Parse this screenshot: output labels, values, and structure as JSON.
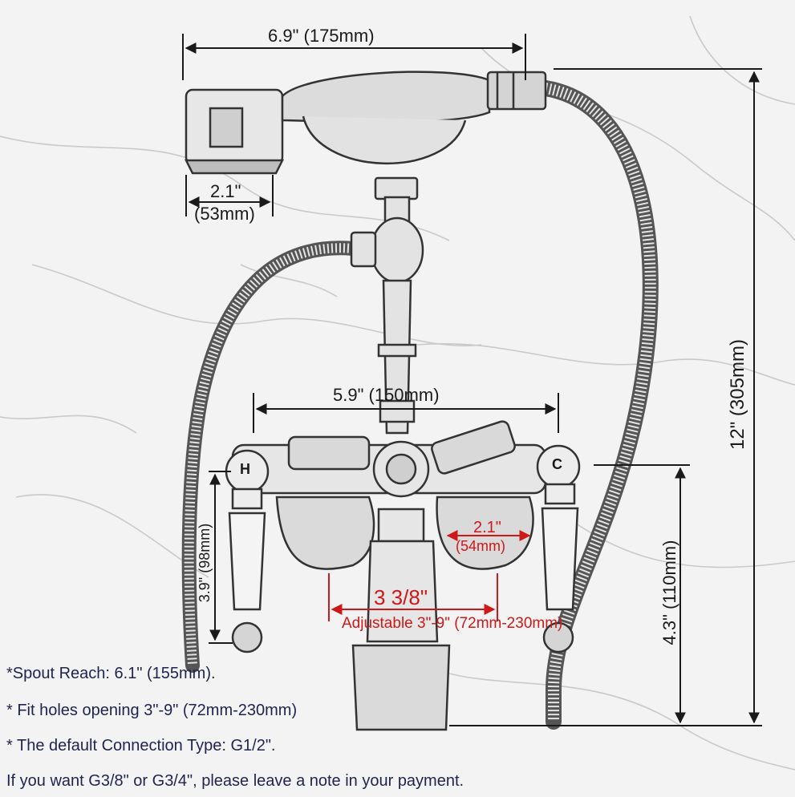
{
  "dimensions": {
    "top_width": "6.9\" (175mm)",
    "handle_width": "2.1\"",
    "handle_width_mm": "(53mm)",
    "body_width": "5.9\" (150mm)",
    "total_height": "12\" (305mm)",
    "handle_drop": "3.9\" (98mm)",
    "spout_height": "4.3\" (110mm)",
    "arm_width": "2.1\"",
    "arm_width_mm": "(54mm)",
    "center_spacing": "3 3/8\"",
    "adjustable_range": "Adjustable 3\"-9\" (72mm-230mm)"
  },
  "handle_labels": {
    "hot": "H",
    "cold": "C"
  },
  "notes": [
    "*Spout Reach: 6.1\" (155mm).",
    "* Fit holes opening 3\"-9\" (72mm-230mm)",
    "* The default Connection Type: G1/2\".",
    "If you want G3/8\" or G3/4\", please leave a note in your payment."
  ],
  "colors": {
    "dimension_line": "#1a1a1a",
    "highlight": "#d01818",
    "note_text": "#1f2350",
    "background": "#f3f3f3"
  }
}
